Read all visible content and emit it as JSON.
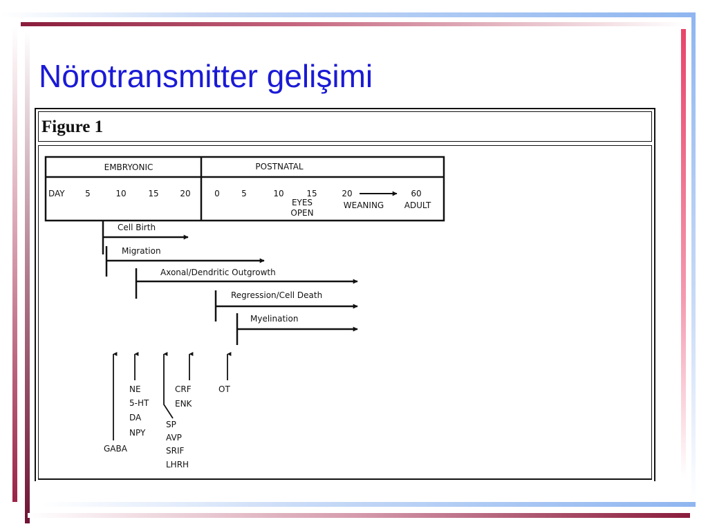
{
  "slide": {
    "title": "Nörotransmitter gelişimi"
  },
  "figure": {
    "label": "Figure 1",
    "periods": {
      "embryonic": "EMBRYONIC",
      "postnatal": "POSTNATAL"
    },
    "day_label": "DAY",
    "embryonic_days": [
      "5",
      "10",
      "15",
      "20"
    ],
    "postnatal_days": [
      "0",
      "5",
      "10",
      "15",
      "20",
      "60"
    ],
    "milestones": {
      "eyes_open_line1": "EYES",
      "eyes_open_line2": "OPEN",
      "weaning": "WEANING",
      "adult": "ADULT"
    },
    "processes": [
      "Cell Birth",
      "Migration",
      "Axonal/Dendritic Outgrowth",
      "Regression/Cell Death",
      "Myelination"
    ],
    "transmitters": {
      "gaba": "GABA",
      "group_ne": [
        "NE",
        "5-HT",
        "DA",
        "NPY"
      ],
      "group_sp": [
        "SP",
        "AVP",
        "SRIF",
        "LHRH"
      ],
      "group_crf": [
        "CRF",
        "ENK"
      ],
      "ot": "OT"
    }
  }
}
